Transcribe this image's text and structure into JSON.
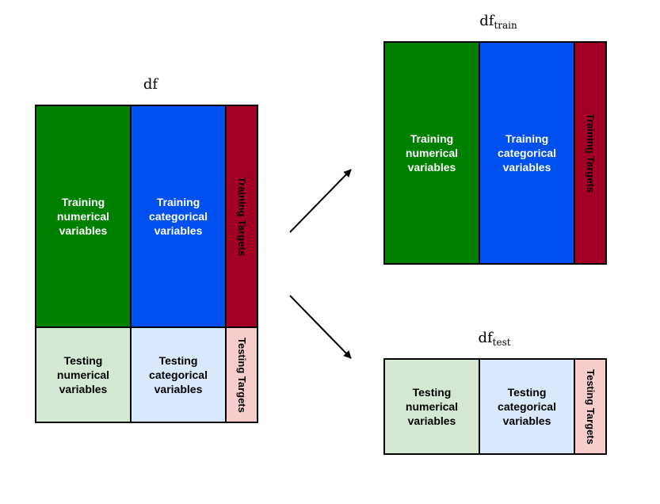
{
  "df": {
    "title": "df",
    "train_numerical": "Training\nnumerical\nvariables",
    "train_categorical": "Training\ncategorical\nvariables",
    "train_targets": "Training Targets",
    "test_numerical": "Testing\nnumerical\nvariables",
    "test_categorical": "Testing\ncategorical\nvariables",
    "test_targets": "Testing Targets"
  },
  "df_train": {
    "title_base": "df",
    "title_sub": "train",
    "numerical": "Training\nnumerical\nvariables",
    "categorical": "Training\ncategorical\nvariables",
    "targets": "Training Targets"
  },
  "df_test": {
    "title_base": "df",
    "title_sub": "test",
    "numerical": "Testing\nnumerical\nvariables",
    "categorical": "Testing\ncategorical\nvariables",
    "targets": "Testing Targets"
  },
  "colors": {
    "train_numerical": "#008000",
    "train_categorical": "#0050ef",
    "train_targets": "#a20025",
    "test_numerical": "#d5e8d4",
    "test_categorical": "#dae8fc",
    "test_targets": "#f8cecc"
  }
}
